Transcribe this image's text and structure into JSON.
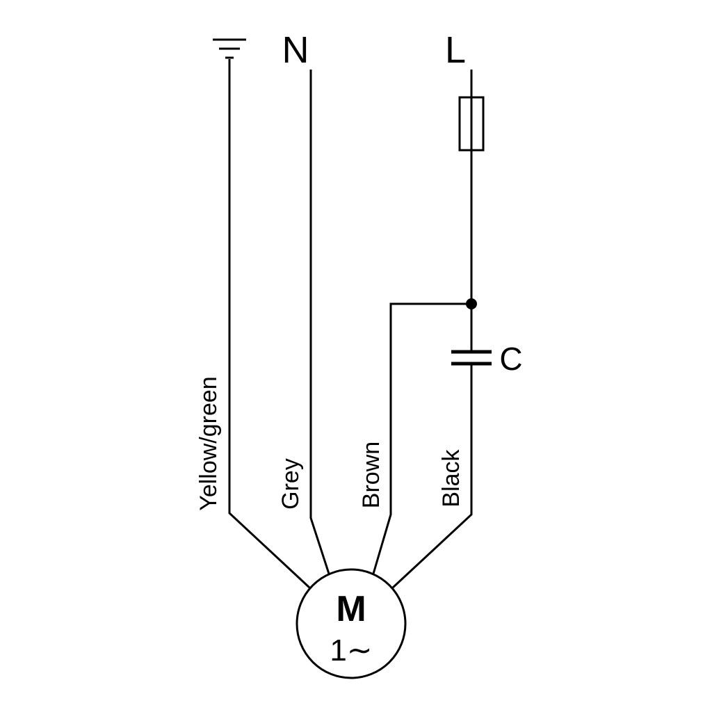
{
  "labels": {
    "N": "N",
    "L": "L",
    "C": "C",
    "M": "M",
    "motor_type": "1∼"
  },
  "wires": {
    "earth": "Yellow/green",
    "neutral": "Grey",
    "main": "Brown",
    "aux": "Black"
  },
  "colors": {
    "stroke": "#000000",
    "background": "#ffffff"
  }
}
